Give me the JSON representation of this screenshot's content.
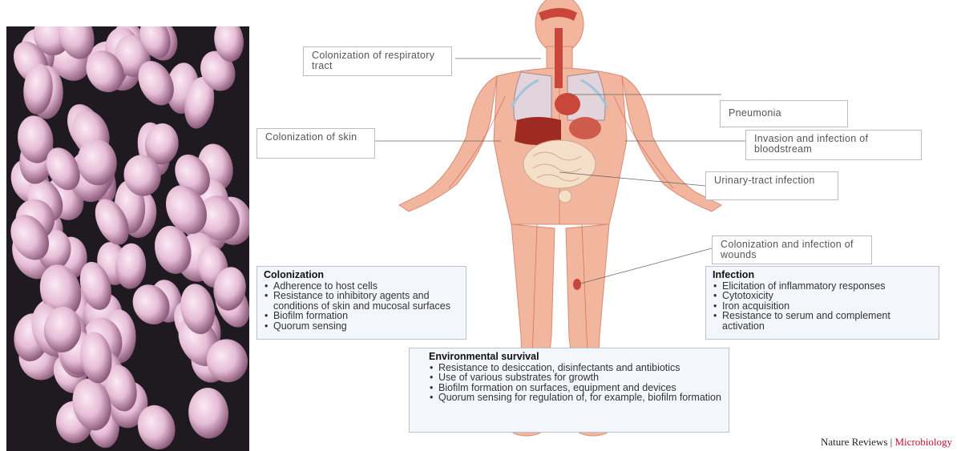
{
  "callouts": {
    "respiratory": "Colonization of respiratory tract",
    "pneumonia": "Pneumonia",
    "skin": "Colonization of skin",
    "bloodstream": "Invasion and infection of bloodstream",
    "urinary": "Urinary-tract infection",
    "wounds": "Colonization and infection of wounds"
  },
  "colonization": {
    "title": "Colonization",
    "items": [
      "Adherence to host cells",
      "Resistance to inhibitory agents and conditions of skin and mucosal surfaces",
      "Biofilm formation",
      "Quorum sensing"
    ]
  },
  "infection": {
    "title": "Infection",
    "items": [
      "Elicitation of inflammatory responses",
      "Cytotoxicity",
      "Iron acquisition",
      "Resistance to serum and complement activation"
    ]
  },
  "environmental": {
    "title": "Environmental survival",
    "items": [
      "Resistance to desiccation, disinfectants and antibiotics",
      "Use of various substrates for growth",
      "Biofilm formation on surfaces, equipment and devices",
      "Quorum sensing for regulation of, for example, biofilm formation"
    ]
  },
  "credit": {
    "journal": "Nature Reviews",
    "separator": " | ",
    "section": "Microbiology"
  },
  "colors": {
    "body": "#f2b59e",
    "organ": "#c9463b",
    "box_bg": "#f3f6fb",
    "bacteria": "#e6bdd6",
    "photo_bg": "#1e1a1f"
  }
}
